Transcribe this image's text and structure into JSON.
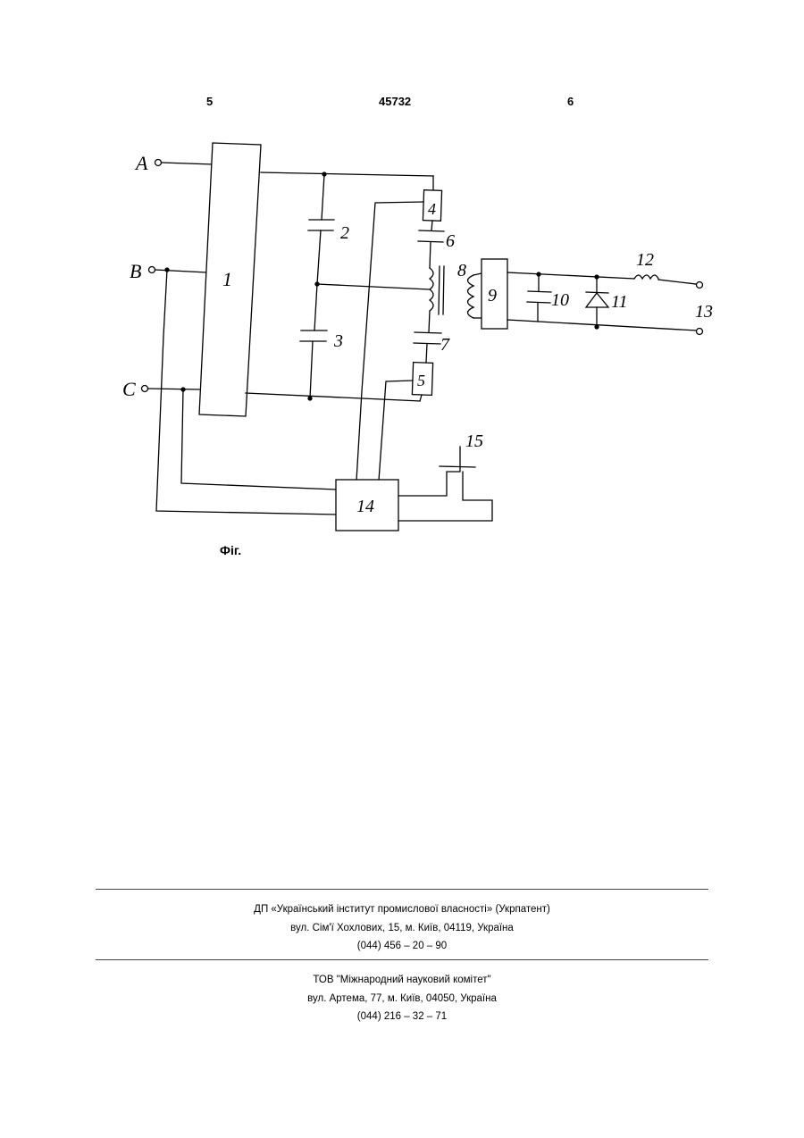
{
  "header": {
    "left_page_number": "5",
    "patent_number": "45732",
    "right_page_number": "6"
  },
  "figure": {
    "caption": "Фіг.",
    "terminals": [
      "A",
      "B",
      "C"
    ],
    "labels": {
      "block1": "1",
      "cap2": "2",
      "cap3": "3",
      "block4": "4",
      "block5": "5",
      "cap6": "6",
      "cap7": "7",
      "coil8": "8",
      "block9": "9",
      "cap10": "10",
      "diode11": "11",
      "inductor12": "12",
      "output13": "13",
      "block14": "14",
      "switch15": "15"
    }
  },
  "footer": {
    "org1": {
      "name": "ДП «Український інститут промислової власності» (Укрпатент)",
      "address": "вул. Сім'ї Хохлових, 15, м. Київ, 04119, Україна",
      "phone": "(044) 456 – 20 – 90"
    },
    "org2": {
      "name": "ТОВ \"Міжнародний науковий комітет\"",
      "address": "вул. Артема, 77, м. Київ, 04050, Україна",
      "phone": "(044) 216 – 32 – 71"
    }
  }
}
